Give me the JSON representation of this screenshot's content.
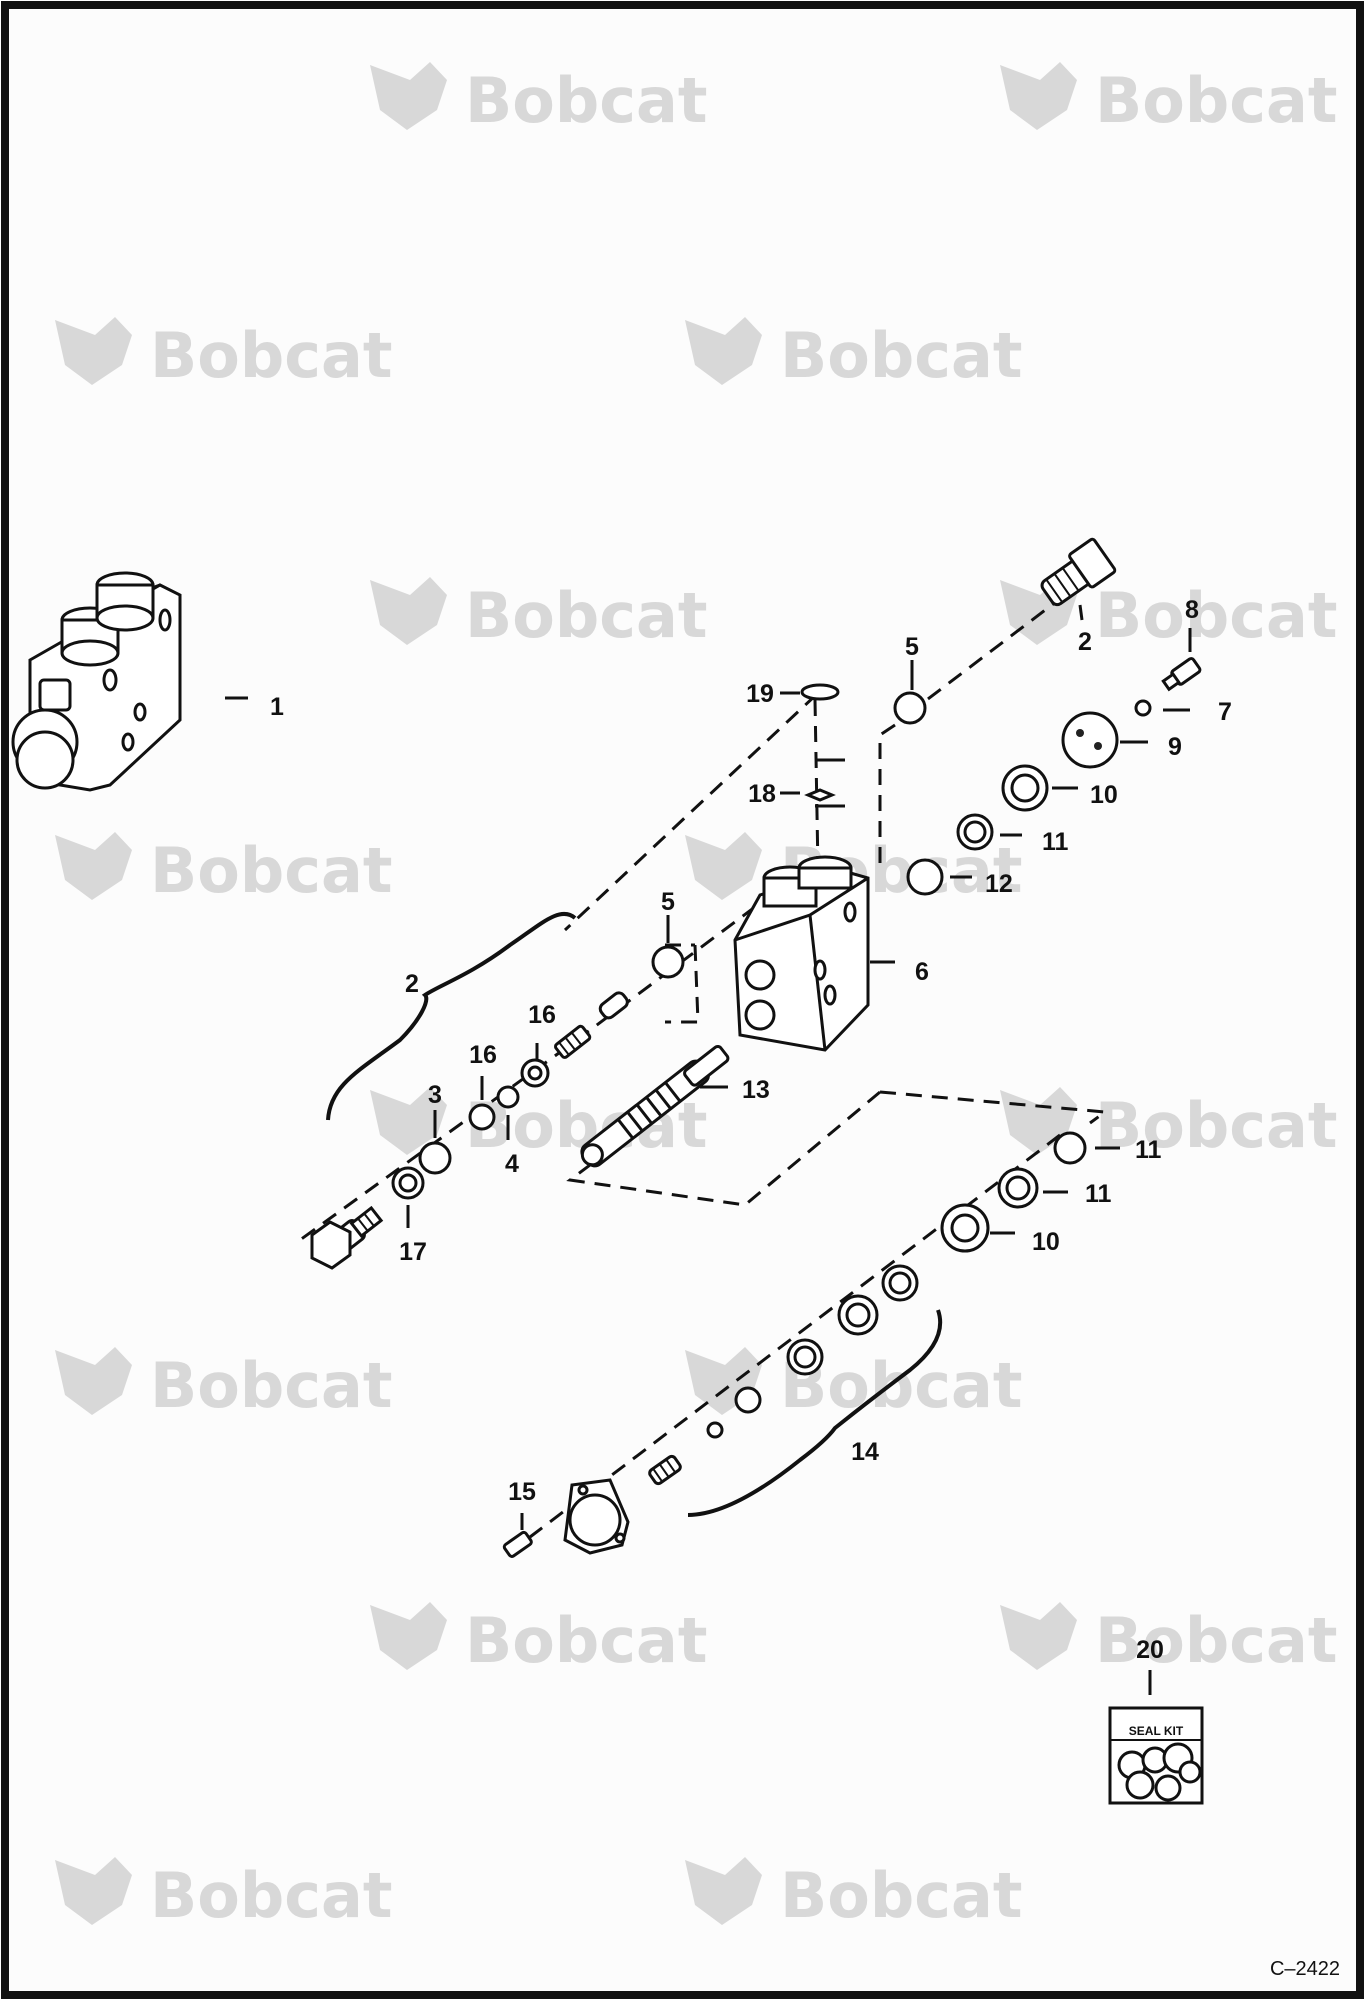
{
  "figure_code": "C–2422",
  "watermark_text": "Bobcat",
  "watermark_color": "#d8d8d8",
  "line_color": "#111111",
  "seal_kit_label": "SEAL KIT",
  "callouts": {
    "c1": "1",
    "c2_top": "2",
    "c2_brace": "2",
    "c3": "3",
    "c4": "4",
    "c5_top": "5",
    "c5_mid": "5",
    "c6": "6",
    "c7": "7",
    "c8": "8",
    "c9": "9",
    "c10_top": "10",
    "c10_bottom": "10",
    "c11_top": "11",
    "c11_b1": "11",
    "c11_b2": "11",
    "c12": "12",
    "c13": "13",
    "c14": "14",
    "c15": "15",
    "c16_a": "16",
    "c16_b": "16",
    "c17": "17",
    "c18": "18",
    "c19": "19",
    "c20": "20"
  }
}
